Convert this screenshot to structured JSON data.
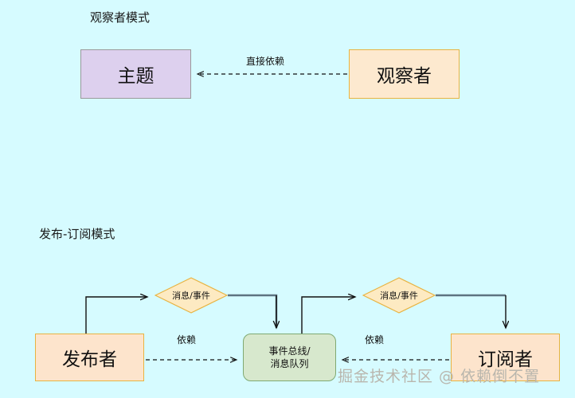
{
  "background_color": "#d6fbff",
  "sections": [
    {
      "id": "observer",
      "title": "观察者模式"
    },
    {
      "id": "pubsub",
      "title": "发布-订阅模式"
    }
  ],
  "observer_pattern": {
    "title": "观察者模式",
    "nodes": {
      "subject": {
        "label": "主题",
        "fill": "#ddd0ee",
        "stroke": "#9a9a9a"
      },
      "observer": {
        "label": "观察者",
        "fill": "#fde9cf",
        "stroke": "#e8b341"
      }
    },
    "edges": [
      {
        "label": "直接依赖",
        "from": "observer",
        "to": "subject",
        "style": "dashed",
        "arrow": "to"
      }
    ]
  },
  "pubsub_pattern": {
    "title": "发布-订阅模式",
    "nodes": {
      "publisher": {
        "label": "发布者",
        "fill": "#fde4cc",
        "stroke": "#e8b341"
      },
      "subscriber": {
        "label": "订阅者",
        "fill": "#fde4cc",
        "stroke": "#e8b341"
      },
      "eventbus": {
        "label_line1": "事件总线/",
        "label_line2": "消息队列",
        "fill": "#d7e8cd",
        "stroke": "#7fa972"
      },
      "message_left": {
        "label": "消息/事件",
        "fill": "#fdeac2",
        "stroke": "#e8b341"
      },
      "message_right": {
        "label": "消息/事件",
        "fill": "#fdeac2",
        "stroke": "#e8b341"
      }
    },
    "edges": [
      {
        "label": "依赖",
        "from": "publisher",
        "to": "eventbus",
        "style": "dashed",
        "arrow": "to"
      },
      {
        "label": "依赖",
        "from": "subscriber",
        "to": "eventbus",
        "style": "dashed",
        "arrow": "to"
      },
      {
        "label": "",
        "from": "publisher",
        "to": "message_left",
        "style": "solid",
        "arrow": "to"
      },
      {
        "label": "",
        "from": "message_left",
        "to": "eventbus",
        "style": "solid",
        "arrow": "to"
      },
      {
        "label": "",
        "from": "eventbus",
        "to": "message_right",
        "style": "solid",
        "arrow": "to"
      },
      {
        "label": "",
        "from": "message_right",
        "to": "subscriber",
        "style": "solid",
        "arrow": "to"
      }
    ]
  },
  "watermark": "掘金技术社区 @ 依赖倒不置"
}
